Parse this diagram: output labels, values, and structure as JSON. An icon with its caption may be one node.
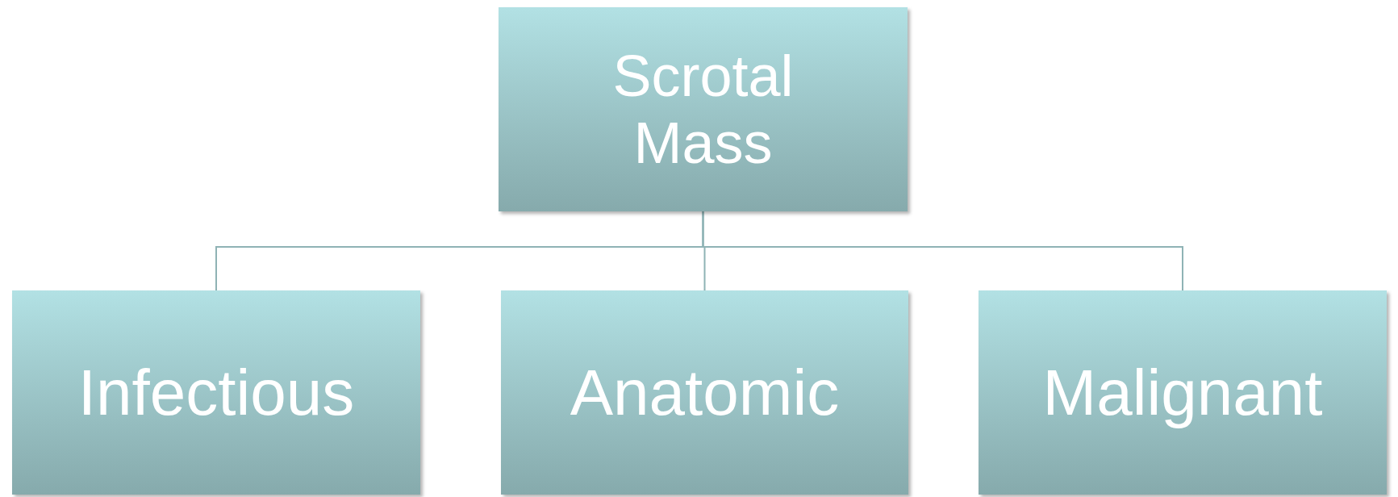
{
  "diagram": {
    "nodes": [
      {
        "text": [
          "Scrotal Mass"
        ]
      },
      {
        "text": [
          "Infectious"
        ]
      },
      {
        "text": [
          "Anatomic"
        ]
      },
      {
        "text": [
          "Malignant"
        ]
      }
    ],
    "edges": [
      {
        "from": 0,
        "to": 1,
        "arrow": "none"
      },
      {
        "from": 0,
        "to": 2,
        "arrow": "none"
      },
      {
        "from": 0,
        "to": 3,
        "arrow": "none"
      }
    ]
  }
}
